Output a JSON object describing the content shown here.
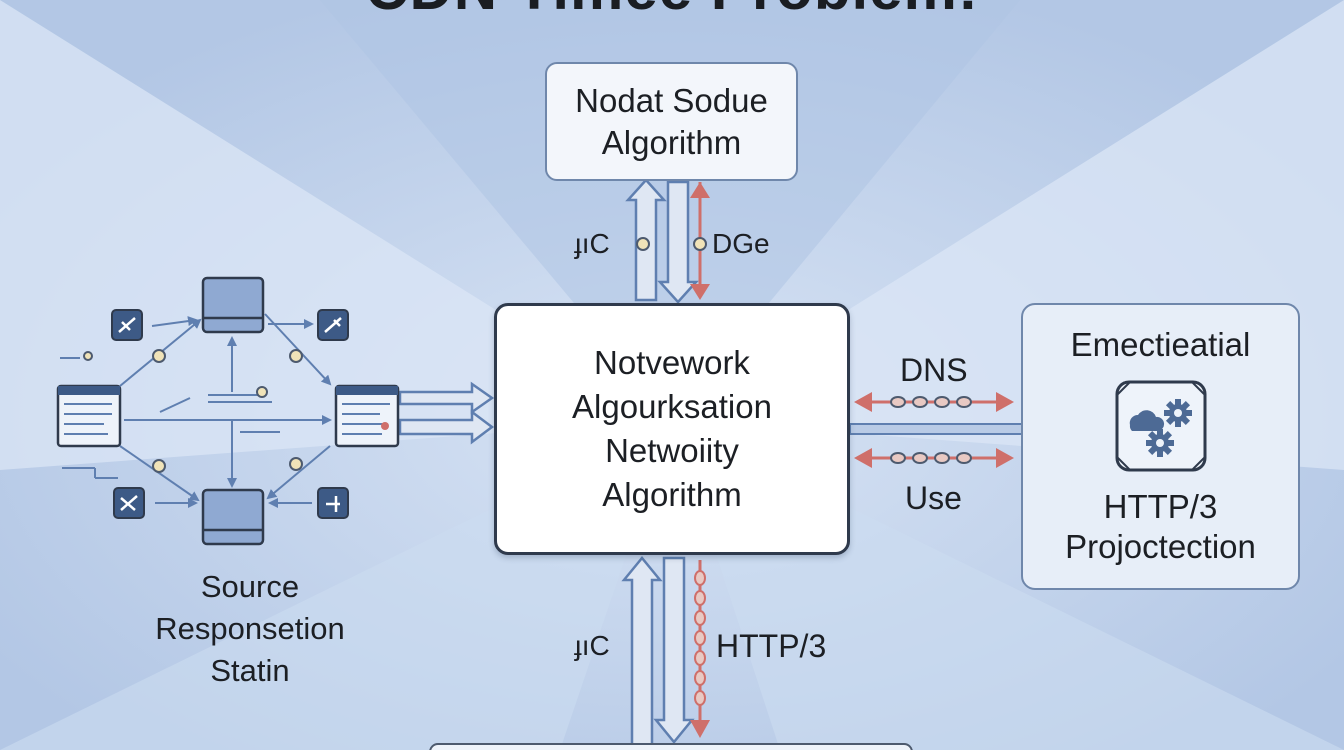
{
  "title": "CDN Timee Problem:",
  "nodes": {
    "top": {
      "line1": "Nodat Sodue",
      "line2": "Algorithm"
    },
    "center": {
      "line1": "Notvework",
      "line2": "Algourksation",
      "line3": "Netwoiity",
      "line4": "Algorithm"
    },
    "right": {
      "title": "Emectieatial",
      "foot1": "HTTP/3",
      "foot2": "Projoctection",
      "icon": "cloud-gears-icon"
    }
  },
  "labels": {
    "top_left": "ɟıC",
    "top_right": "DGe",
    "bottom_left": "ɟıC",
    "bottom_right": "HTTP/3",
    "dns": "DNS",
    "use": "Use"
  },
  "caption": {
    "line1": "Source",
    "line2": "Responsetion",
    "line3": "Statin"
  },
  "colors": {
    "background": "#c3d4ec",
    "blue_arrow": "#5f7fb0",
    "red_arrow": "#cf6f6a",
    "node_border": "#2f3a4c",
    "icon_fill": "#4d6a95"
  }
}
